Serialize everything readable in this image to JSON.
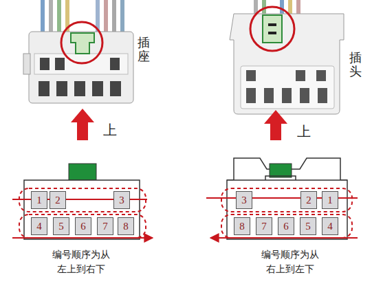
{
  "diagram": {
    "nodes": [
      {
        "text": [
          "1"
        ]
      },
      {
        "text": [
          "2"
        ]
      },
      {
        "text": [
          "3"
        ]
      },
      {
        "text": [
          "4"
        ]
      },
      {
        "text": [
          "5"
        ]
      },
      {
        "text": [
          "6"
        ]
      },
      {
        "text": [
          "7"
        ]
      },
      {
        "text": [
          "8"
        ]
      },
      {
        "text": [
          "3"
        ]
      },
      {
        "text": [
          "2"
        ]
      },
      {
        "text": [
          "1"
        ]
      },
      {
        "text": [
          "8"
        ]
      },
      {
        "text": [
          "7"
        ]
      },
      {
        "text": [
          "6"
        ]
      },
      {
        "text": [
          "5"
        ]
      },
      {
        "text": [
          "4"
        ]
      }
    ],
    "labels": [
      "插座",
      "插头",
      "上",
      "上",
      "编号顺序为从 左上到右下",
      "编号顺序为从 右上到左下"
    ]
  }
}
